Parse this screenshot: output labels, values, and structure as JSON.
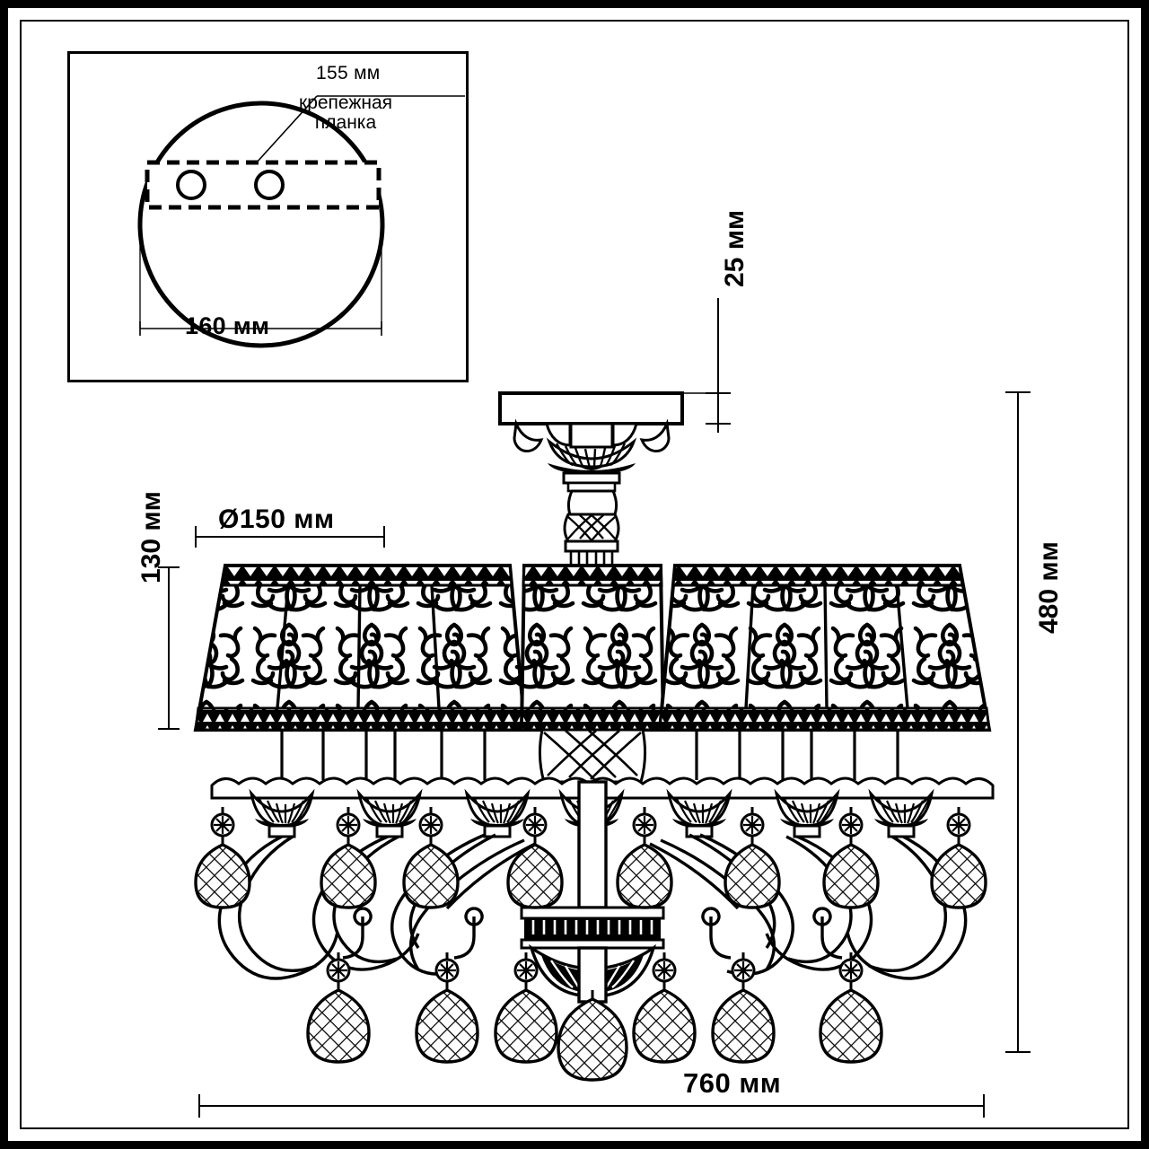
{
  "drawing": {
    "title": "Chandelier technical dimension drawing",
    "units": "мм",
    "line_color": "#000000",
    "background": "#ffffff"
  },
  "inset": {
    "name": "ceiling-plate-detail",
    "callout_dim": "155 мм",
    "callout_label_line1": "крепежная",
    "callout_label_line2": "планка",
    "diameter_dim": "160 мм"
  },
  "dimensions": {
    "canopy_height": "25 мм",
    "shade_top_diameter": "Ø150 мм",
    "shade_height": "130 мм",
    "total_height": "480 мм",
    "total_width": "760 мм"
  }
}
